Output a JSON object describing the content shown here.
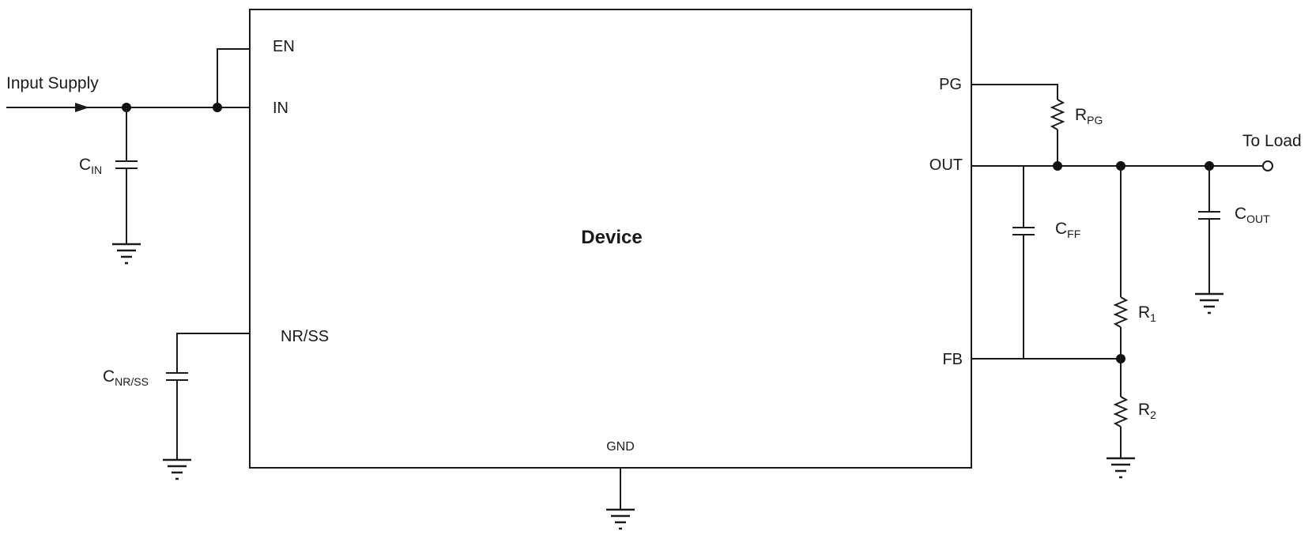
{
  "device": {
    "title": "Device"
  },
  "pins": {
    "en": "EN",
    "in": "IN",
    "nrss": "NR/SS",
    "gnd": "GND",
    "pg": "PG",
    "out": "OUT",
    "fb": "FB"
  },
  "labels": {
    "input_supply": "Input Supply",
    "to_load": "To Load",
    "cin_main": "C",
    "cin_sub": "IN",
    "cnrss_main": "C",
    "cnrss_sub": "NR/SS",
    "rpg_main": "R",
    "rpg_sub": "PG",
    "cff_main": "C",
    "cff_sub": "FF",
    "cout_main": "C",
    "cout_sub": "OUT",
    "r1_main": "R",
    "r1_sub": "1",
    "r2_main": "R",
    "r2_sub": "2"
  }
}
